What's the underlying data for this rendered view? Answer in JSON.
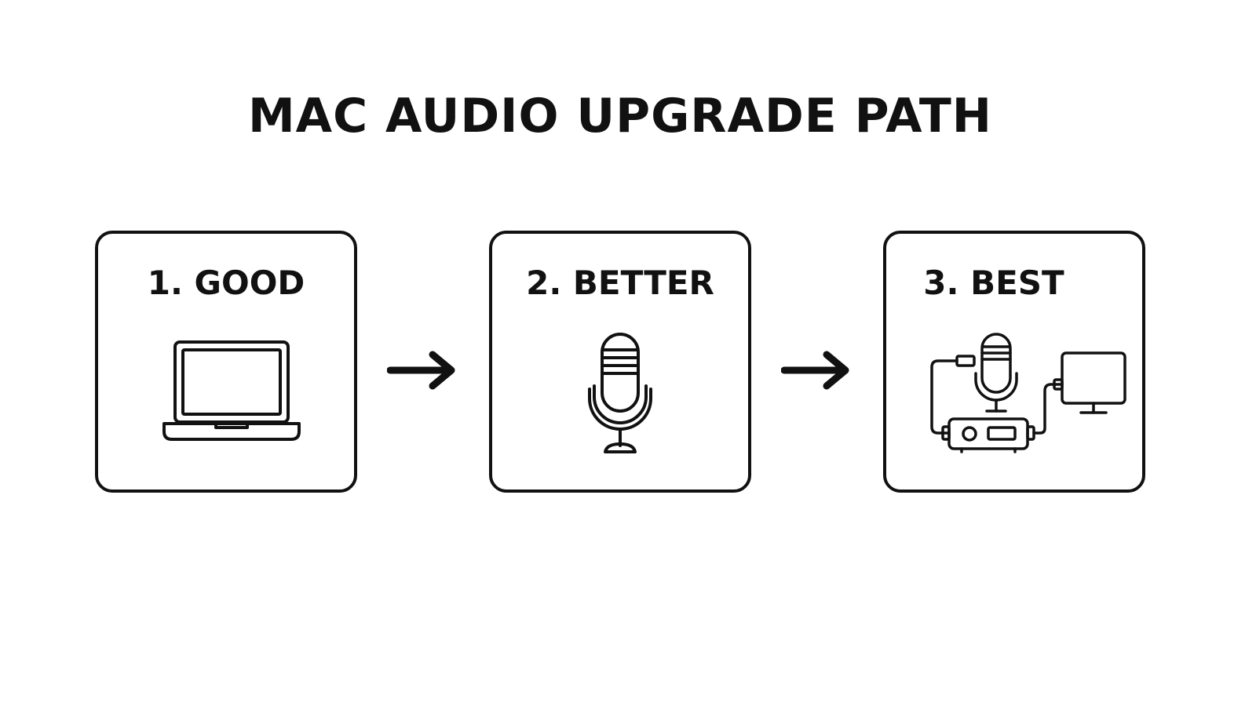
{
  "title": "MAC AUDIO UPGRADE PATH",
  "steps": [
    {
      "label": "1. GOOD",
      "icon": "laptop-icon"
    },
    {
      "label": "2. BETTER",
      "icon": "microphone-icon"
    },
    {
      "label": "3. BEST",
      "icon": "audio-interface-setup-icon"
    }
  ],
  "arrows": [
    "arrow-right-icon",
    "arrow-right-icon"
  ],
  "colors": {
    "ink": "#111111",
    "background": "#ffffff"
  }
}
